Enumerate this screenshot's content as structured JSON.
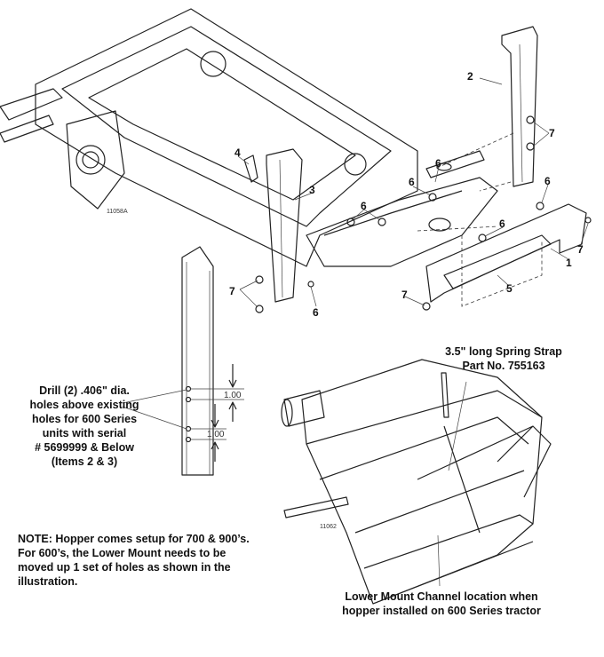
{
  "figure_ids": {
    "frame": "11058A",
    "hopper": "11062"
  },
  "callouts": [
    "2",
    "7",
    "6",
    "6",
    "6",
    "6",
    "6",
    "4",
    "3",
    "1",
    "5",
    "7",
    "7",
    "7",
    "6"
  ],
  "drill_note": [
    "Drill (2) .406\" dia.",
    "holes above existing",
    "holes for 600 Series",
    "units with serial",
    "# 5699999 & Below",
    "(Items 2 & 3)"
  ],
  "dimensions": [
    "1.00",
    "1.00"
  ],
  "spring_strap": [
    "3.5\" long Spring Strap",
    "Part No. 755163"
  ],
  "hopper_note": [
    "NOTE:  Hopper comes setup for 700 & 900’s.",
    "For 600’s, the Lower Mount needs to be",
    "moved up 1 set of holes as shown in the",
    "illustration."
  ],
  "lower_mount": [
    "Lower Mount Channel location when",
    "hopper installed on 600 Series tractor"
  ]
}
